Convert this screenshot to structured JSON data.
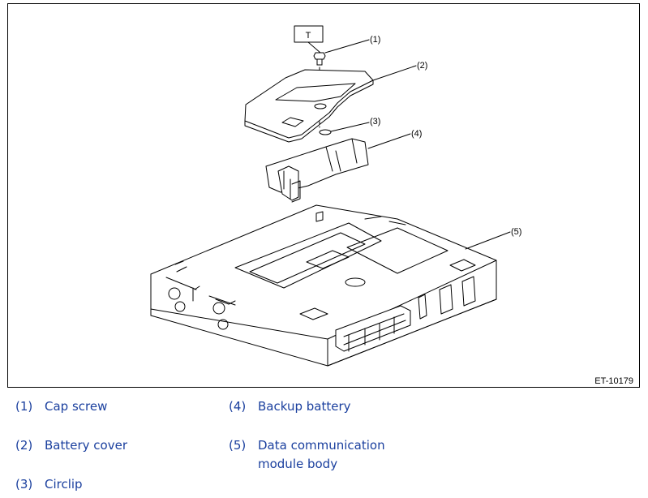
{
  "diagram": {
    "tool_label": "T",
    "figure_code": "ET-10179",
    "callouts": [
      "(1)",
      "(2)",
      "(3)",
      "(4)",
      "(5)"
    ]
  },
  "legend": [
    {
      "number": "(1)",
      "label": "Cap screw"
    },
    {
      "number": "(2)",
      "label": "Battery cover"
    },
    {
      "number": "(3)",
      "label": "Circlip"
    },
    {
      "number": "(4)",
      "label": "Backup battery"
    },
    {
      "number": "(5)",
      "label": "Data communication module body"
    }
  ]
}
